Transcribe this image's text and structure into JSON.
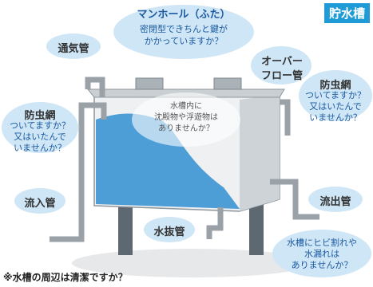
{
  "title": "貯水槽",
  "labels": {
    "manhole_title": "マンホール（ふた）",
    "manhole_l1": "密閉型できちんと鍵が",
    "manhole_l2": "かかっていますか？",
    "vent": "通気管",
    "overflow_l1": "オーバー",
    "overflow_l2": "フロー管",
    "insect_left_t": "防虫網",
    "insect_left_l1": "ついてますか？",
    "insect_left_l2": "又はいたんで",
    "insect_left_l3": "いませんか？",
    "insect_right_t": "防虫網",
    "insect_right_l1": "ついてますか？",
    "insect_right_l2": "又はいたんで",
    "insect_right_l3": "いませんか？",
    "tank_inner_l1": "水槽内に",
    "tank_inner_l2": "沈殿物や浮遊物は",
    "tank_inner_l3": "ありませんか？",
    "inflow": "流入管",
    "drain": "水抜管",
    "outflow": "流出管",
    "crack_l1": "水槽にヒビ割れや",
    "crack_l2": "水漏れは",
    "crack_l3": "ありませんか？"
  },
  "footnote": "※水槽の周辺は清潔ですか？",
  "colors": {
    "bubble": "#cfe6f6",
    "water": "#3b93d3",
    "tank_top": "#dfe3e6",
    "pipe": "#9aa2a8",
    "text": "#1b5aa0"
  }
}
